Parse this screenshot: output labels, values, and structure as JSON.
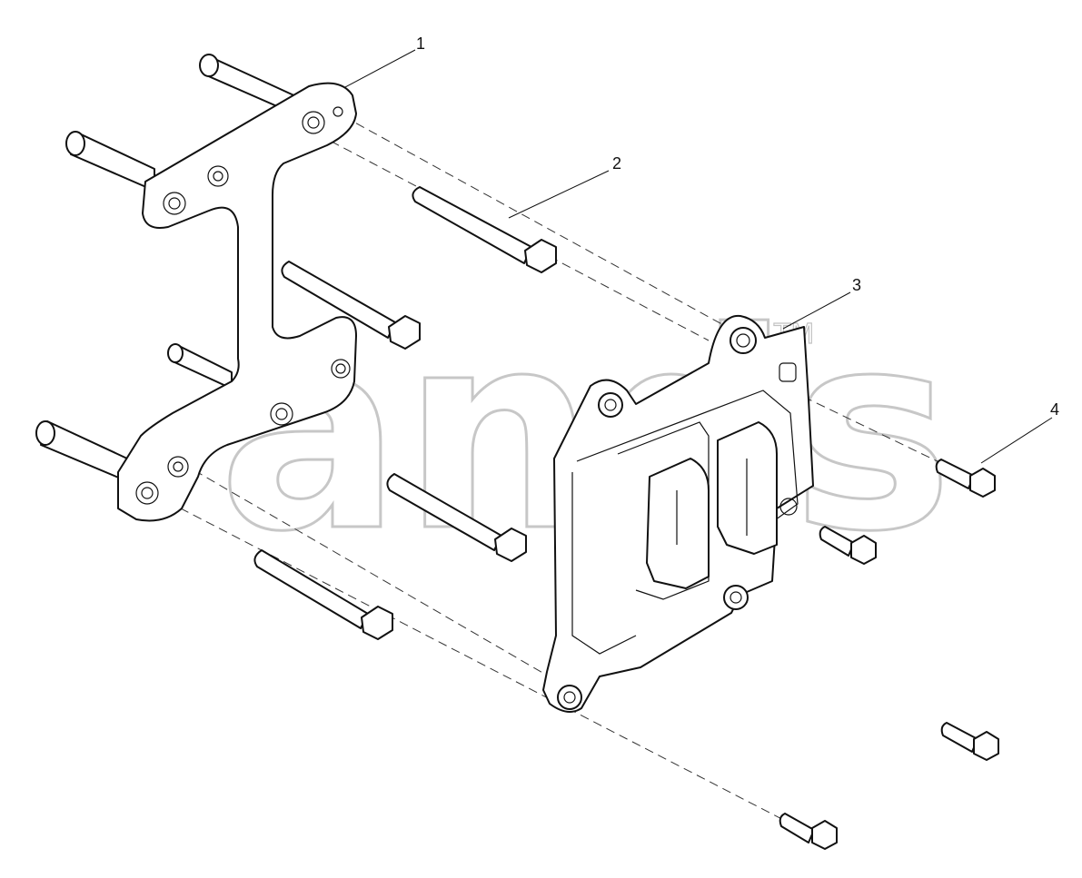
{
  "callouts": {
    "c1": "1",
    "c2": "2",
    "c3": "3",
    "c4": "4"
  },
  "watermark": {
    "text": "ands",
    "tm": "TM"
  },
  "colors": {
    "line": "#111111",
    "watermark": "#9a9a9a",
    "background": "#ffffff"
  }
}
